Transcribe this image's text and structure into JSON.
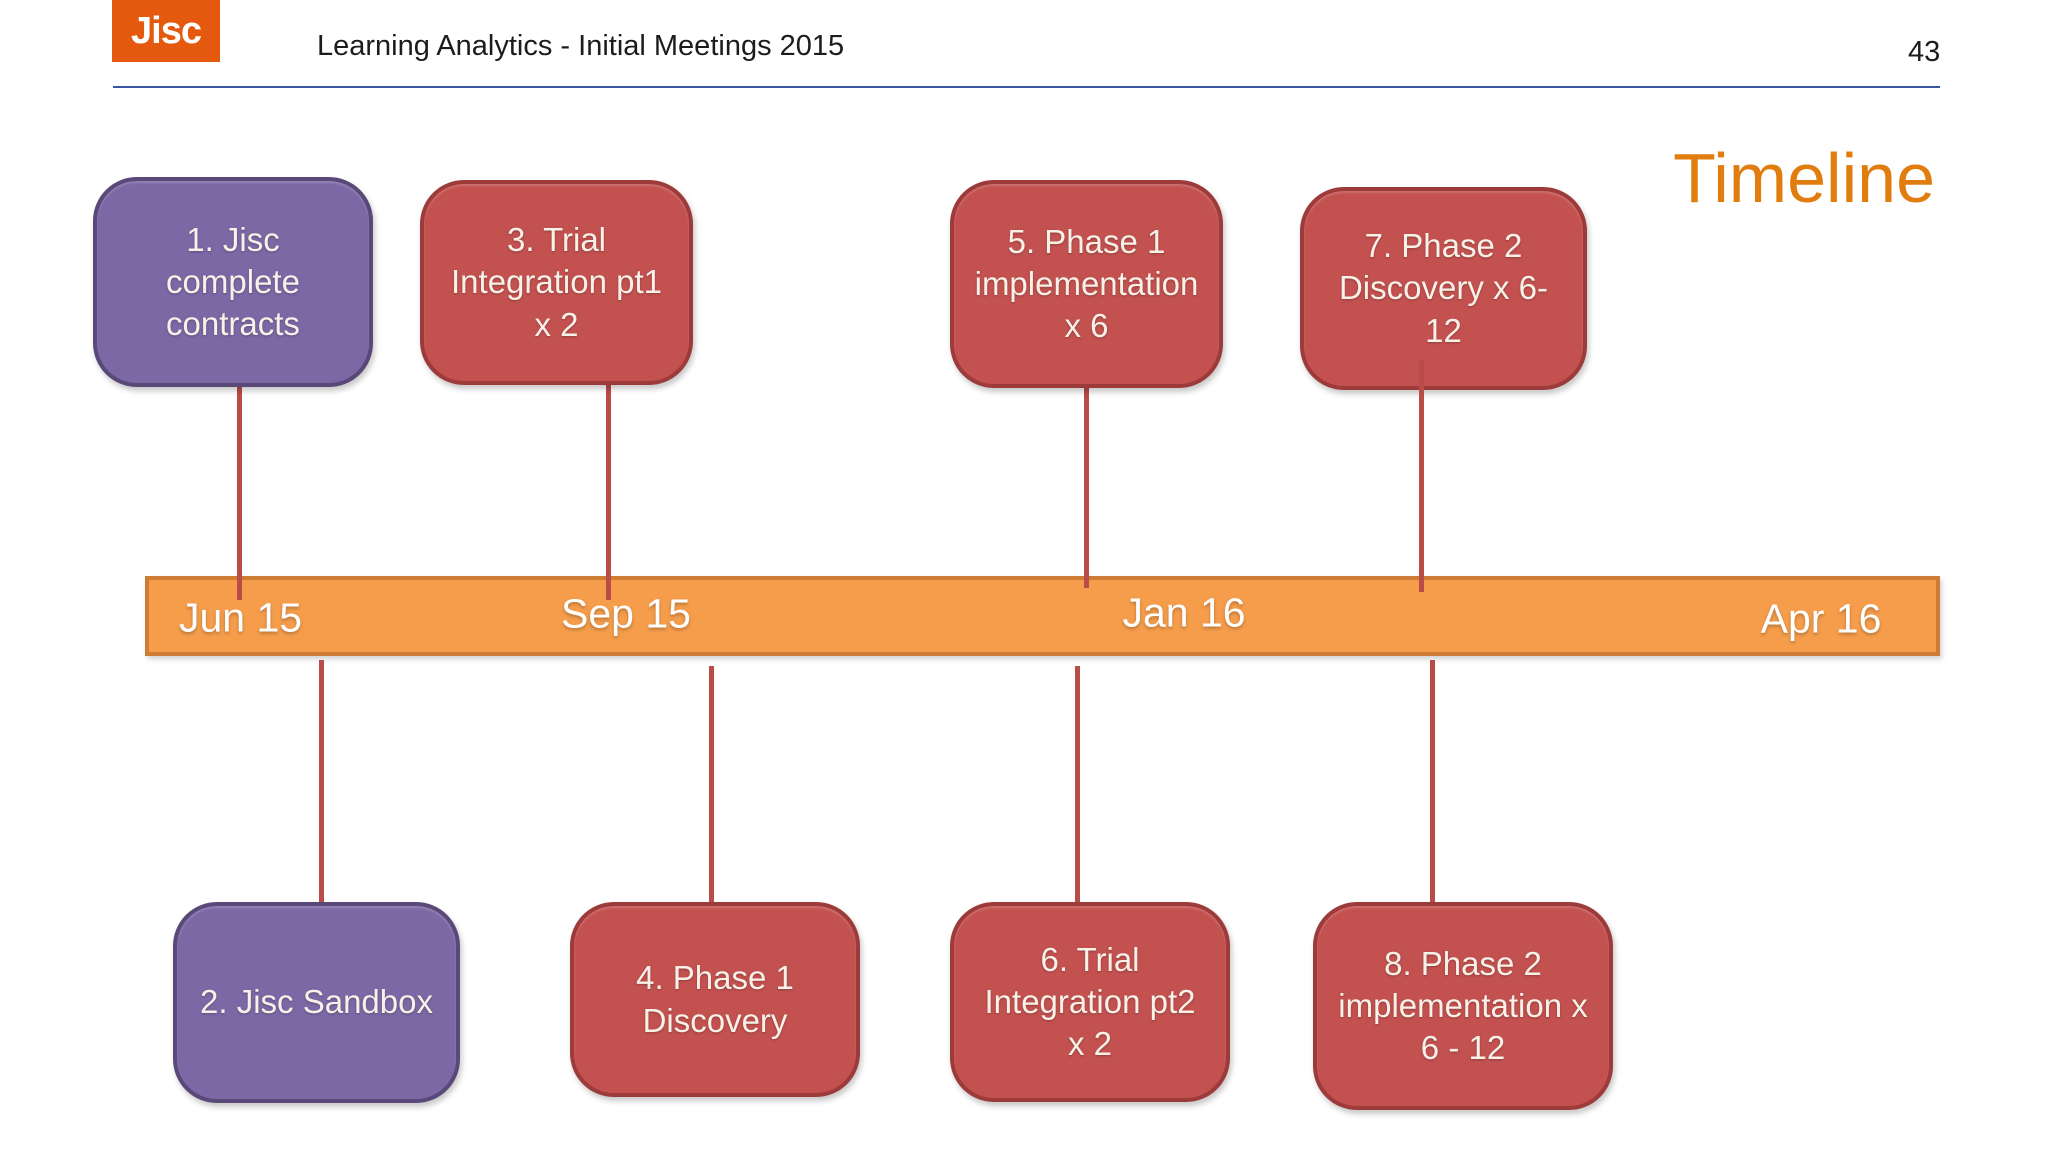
{
  "header": {
    "logo_text": "Jisc",
    "title": "Learning Analytics - Initial Meetings 2015",
    "page_number": "43"
  },
  "slide": {
    "title": "Timeline"
  },
  "timeline": {
    "labels": [
      "Jun 15",
      "Sep 15",
      "Jan 16",
      "Apr 16"
    ],
    "bar_color": "#F59D4B",
    "bar_border_color": "#CE7C35"
  },
  "boxes": [
    {
      "label": "1. Jisc complete contracts",
      "color": "purple",
      "row": "above"
    },
    {
      "label": "2. Jisc Sandbox",
      "color": "purple",
      "row": "below"
    },
    {
      "label": "3. Trial Integration pt1 x 2",
      "color": "red",
      "row": "above"
    },
    {
      "label": "4. Phase 1 Discovery",
      "color": "red",
      "row": "below"
    },
    {
      "label": "5. Phase 1 implementation x 6",
      "color": "red",
      "row": "above"
    },
    {
      "label": "6. Trial Integration pt2 x 2",
      "color": "red",
      "row": "below"
    },
    {
      "label": "7. Phase 2 Discovery x 6-12",
      "color": "red",
      "row": "above"
    },
    {
      "label": "8. Phase 2 implementation x 6 - 12",
      "color": "red",
      "row": "below"
    }
  ],
  "colors": {
    "jisc_orange": "#E4590E",
    "title_orange": "#E17C0F",
    "purple_fill": "#7B68A5",
    "purple_border": "#5A4878",
    "red_fill": "#C35150",
    "red_border": "#9C3B39",
    "connector_red": "#B94B48",
    "header_rule_blue": "#3B55A0"
  }
}
